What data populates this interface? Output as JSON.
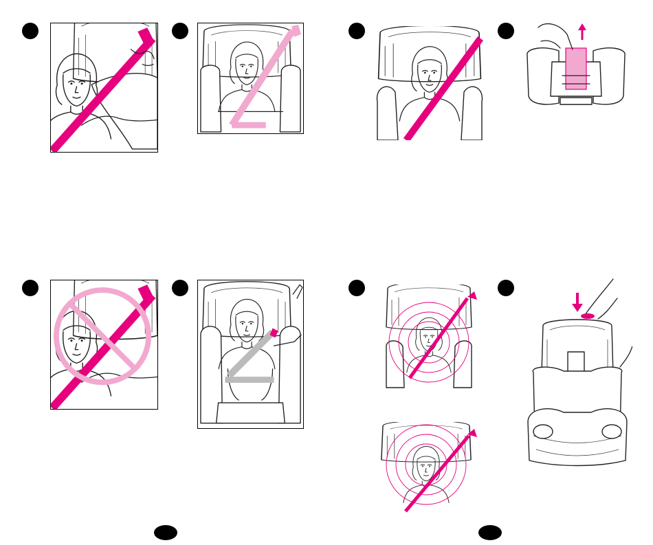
{
  "colors": {
    "accent": "#e6007e",
    "accent_light": "#f2a9cf",
    "line": "#222222"
  },
  "steps": [
    {
      "id": "step-1",
      "label": ""
    },
    {
      "id": "step-2",
      "label": ""
    },
    {
      "id": "step-3",
      "label": ""
    },
    {
      "id": "step-4",
      "label": ""
    },
    {
      "id": "step-5",
      "label": ""
    },
    {
      "id": "step-6",
      "label": ""
    },
    {
      "id": "step-7",
      "label": ""
    },
    {
      "id": "step-8",
      "label": ""
    }
  ],
  "pages": [
    {
      "number": ""
    },
    {
      "number": ""
    }
  ],
  "icons": [
    "prohibited-icon",
    "arrow-up-icon",
    "arrow-down-icon",
    "target-circles-icon"
  ]
}
